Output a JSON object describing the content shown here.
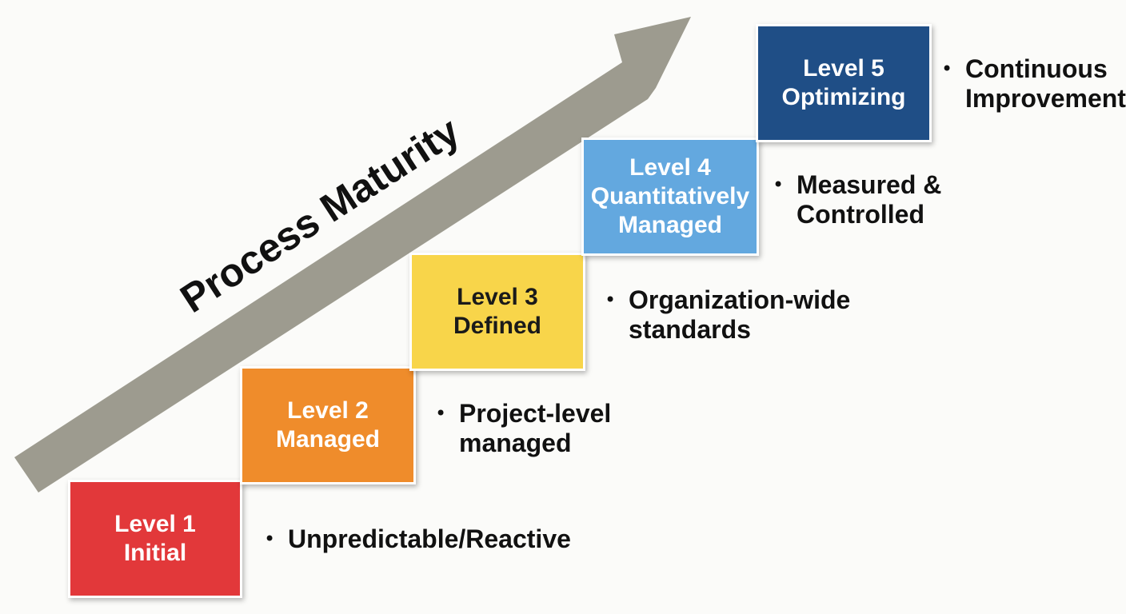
{
  "arrow": {
    "label": "Process Maturity",
    "color": "#9d9b8f"
  },
  "levels": [
    {
      "title_lines": [
        "Level 1",
        "Initial"
      ],
      "description_lines": [
        "Unpredictable/Reactive"
      ],
      "fill": "#e2383a",
      "text_color": "#ffffff"
    },
    {
      "title_lines": [
        "Level 2",
        "Managed"
      ],
      "description_lines": [
        "Project-level",
        "managed"
      ],
      "fill": "#ef8c2b",
      "text_color": "#ffffff"
    },
    {
      "title_lines": [
        "Level 3",
        "Defined"
      ],
      "description_lines": [
        "Organization-wide",
        "standards"
      ],
      "fill": "#f8d54a",
      "text_color": "#1a1a1a"
    },
    {
      "title_lines": [
        "Level 4",
        "Quantitatively",
        "Managed"
      ],
      "description_lines": [
        "Measured &",
        "Controlled"
      ],
      "fill": "#63a8df",
      "text_color": "#ffffff"
    },
    {
      "title_lines": [
        "Level 5",
        "Optimizing"
      ],
      "description_lines": [
        "Continuous",
        "Improvement"
      ],
      "fill": "#1f4e86",
      "text_color": "#ffffff"
    }
  ]
}
